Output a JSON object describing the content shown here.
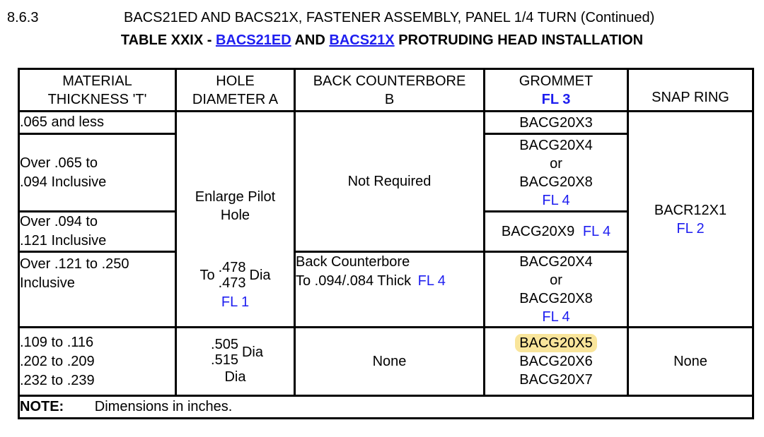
{
  "colors": {
    "link_blue": "#1e1ef0",
    "highlight_yellow": "#f9e59b"
  },
  "header": {
    "section": "8.6.3",
    "line1": "BACS21ED AND BACS21X, FASTENER ASSEMBLY, PANEL 1/4 TURN (Continued)",
    "line2": {
      "prefix": "TABLE XXIX - ",
      "link1": "BACS21ED",
      "mid": " AND ",
      "link2": "BACS21X",
      "suffix": " PROTRUDING HEAD INSTALLATION"
    }
  },
  "table": {
    "col_headers": {
      "material": [
        "MATERIAL",
        "THICKNESS 'T'"
      ],
      "hole": [
        "HOLE",
        "DIAMETER A"
      ],
      "counterbore": [
        "BACK COUNTERBORE",
        "B"
      ],
      "grommet": {
        "label": "GROMMET",
        "fl": "FL 3"
      },
      "snap_ring": "SNAP RING"
    },
    "material_rows": {
      "r1": ".065 and less",
      "r2": [
        "Over .065 to",
        ".094 Inclusive"
      ],
      "r3": [
        "Over .094 to",
        ".121 Inclusive"
      ],
      "r4": [
        "Over .121 to .250",
        "Inclusive"
      ],
      "r5": [
        ".109 to .116",
        ".202 to .209",
        ".232 to .239"
      ]
    },
    "hole_col": {
      "enlarge": [
        "Enlarge Pilot",
        "Hole"
      ],
      "to": "To",
      "dia_top": ".478",
      "dia_bottom": ".473",
      "dia_label": "Dia",
      "fl": "FL 1",
      "r5": {
        "dia_top": ".505",
        "dia_bottom": ".515",
        "dia_right": "Dia",
        "dia_below": "Dia"
      }
    },
    "counterbore_col": {
      "not_required": "Not Required",
      "r4_line1": "Back Counterbore",
      "r4_line2": "To .094/.084 Thick",
      "r4_fl": "FL 4",
      "r5_none": "None"
    },
    "grommet_col": {
      "r1": "BACG20X3",
      "r2": {
        "l1": "BACG20X4",
        "l2": "or",
        "l3": "BACG20X8",
        "fl": "FL 4"
      },
      "r3": {
        "part": "BACG20X9",
        "fl": "FL 4"
      },
      "r4": {
        "l1": "BACG20X4",
        "l2": "or",
        "l3": "BACG20X8",
        "fl": "FL 4"
      },
      "r5": {
        "highlighted": "BACG20X5",
        "l2": "BACG20X6",
        "l3": "BACG20X7"
      }
    },
    "snap_ring_col": {
      "part": "BACR12X1",
      "fl": "FL 2",
      "r5_none": "None"
    },
    "note": {
      "label": "NOTE:",
      "text": "Dimensions in inches."
    }
  }
}
